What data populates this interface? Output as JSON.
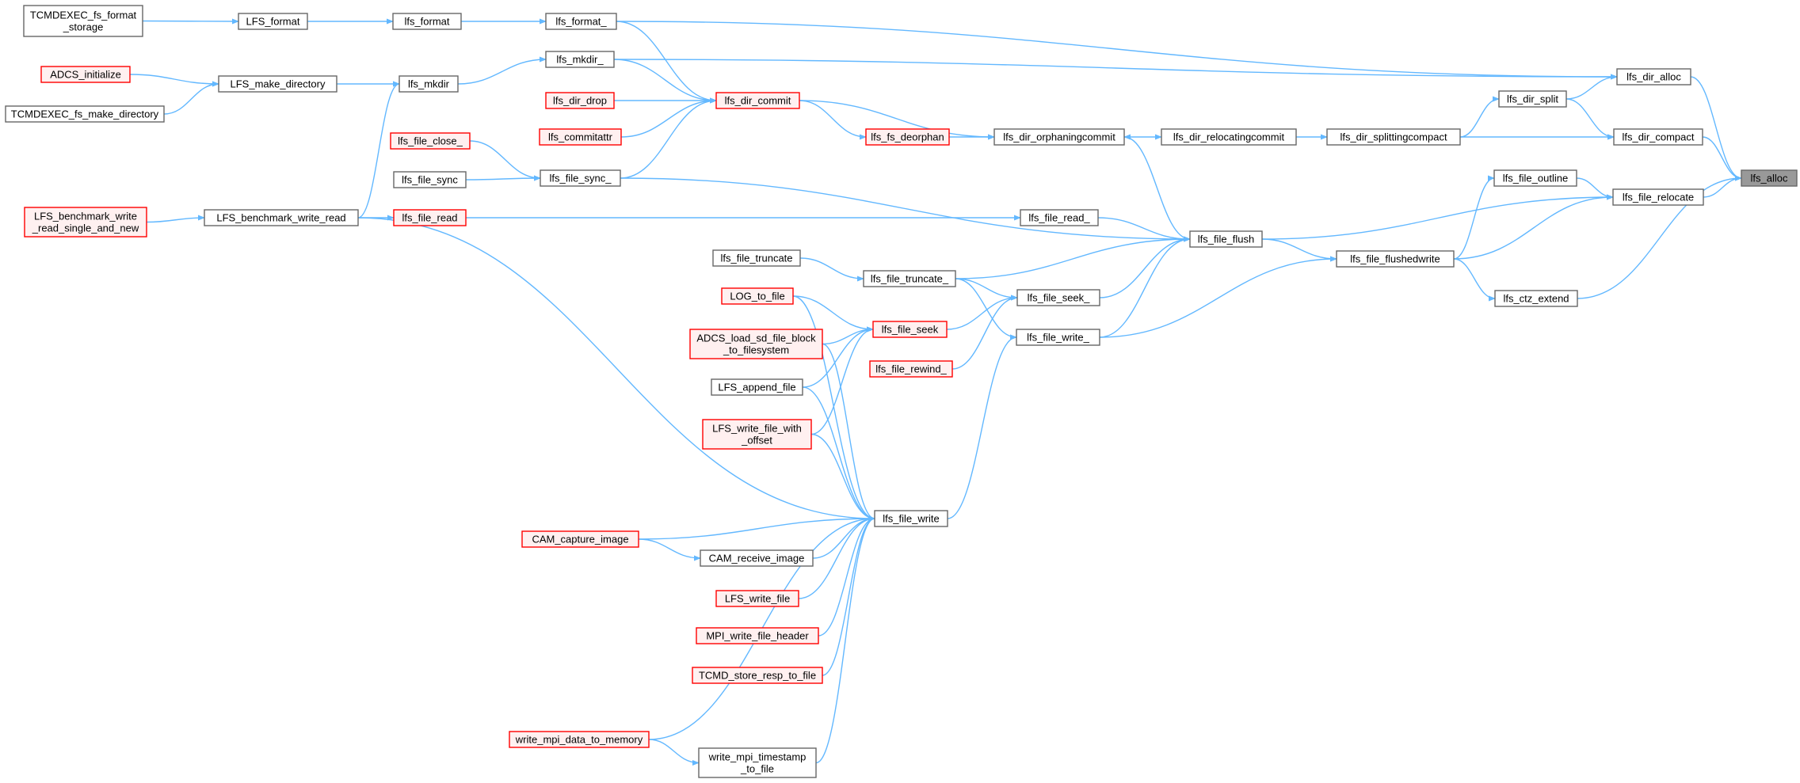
{
  "colors": {
    "edge": "#63b8ff",
    "normal_border": "#666666",
    "normal_fill": "#ffffff",
    "red_border": "#ff0000",
    "red_fill": "#fff0f0",
    "root_fill": "#999999",
    "root_border": "#666666"
  },
  "nodes": [
    {
      "id": "n1",
      "lines": [
        "TCMDEXEC_fs_format",
        "_storage"
      ],
      "style": "normal"
    },
    {
      "id": "n2",
      "lines": [
        "LFS_format"
      ],
      "style": "normal"
    },
    {
      "id": "n3",
      "lines": [
        "lfs_format"
      ],
      "style": "normal"
    },
    {
      "id": "n4",
      "lines": [
        "lfs_format_"
      ],
      "style": "normal"
    },
    {
      "id": "n5",
      "lines": [
        "ADCS_initialize"
      ],
      "style": "red"
    },
    {
      "id": "n6",
      "lines": [
        "LFS_make_directory"
      ],
      "style": "normal"
    },
    {
      "id": "n7",
      "lines": [
        "lfs_mkdir"
      ],
      "style": "normal"
    },
    {
      "id": "n8",
      "lines": [
        "lfs_mkdir_"
      ],
      "style": "normal"
    },
    {
      "id": "n9",
      "lines": [
        "TCMDEXEC_fs_make_directory"
      ],
      "style": "normal"
    },
    {
      "id": "n10",
      "lines": [
        "lfs_dir_drop"
      ],
      "style": "red"
    },
    {
      "id": "n11",
      "lines": [
        "lfs_dir_commit"
      ],
      "style": "red"
    },
    {
      "id": "n12",
      "lines": [
        "lfs_commitattr"
      ],
      "style": "red"
    },
    {
      "id": "n13",
      "lines": [
        "lfs_fs_deorphan"
      ],
      "style": "red"
    },
    {
      "id": "n14",
      "lines": [
        "lfs_dir_orphaningcommit"
      ],
      "style": "normal"
    },
    {
      "id": "n15",
      "lines": [
        "lfs_dir_relocatingcommit"
      ],
      "style": "normal"
    },
    {
      "id": "n16",
      "lines": [
        "lfs_dir_splittingcompact"
      ],
      "style": "normal"
    },
    {
      "id": "n17",
      "lines": [
        "lfs_dir_split"
      ],
      "style": "normal"
    },
    {
      "id": "n18",
      "lines": [
        "lfs_dir_alloc"
      ],
      "style": "normal"
    },
    {
      "id": "n19",
      "lines": [
        "lfs_dir_compact"
      ],
      "style": "normal"
    },
    {
      "id": "n20",
      "lines": [
        "lfs_alloc"
      ],
      "style": "root"
    },
    {
      "id": "n21",
      "lines": [
        "lfs_file_close_"
      ],
      "style": "red"
    },
    {
      "id": "n22",
      "lines": [
        "lfs_file_sync"
      ],
      "style": "normal"
    },
    {
      "id": "n23",
      "lines": [
        "lfs_file_sync_"
      ],
      "style": "normal"
    },
    {
      "id": "n24",
      "lines": [
        "lfs_file_outline"
      ],
      "style": "normal"
    },
    {
      "id": "n25",
      "lines": [
        "lfs_file_relocate"
      ],
      "style": "normal"
    },
    {
      "id": "n26",
      "lines": [
        "LFS_benchmark_write",
        "_read_single_and_new"
      ],
      "style": "red"
    },
    {
      "id": "n27",
      "lines": [
        "LFS_benchmark_write_read"
      ],
      "style": "normal"
    },
    {
      "id": "n28",
      "lines": [
        "lfs_file_read"
      ],
      "style": "red"
    },
    {
      "id": "n29",
      "lines": [
        "lfs_file_read_"
      ],
      "style": "normal"
    },
    {
      "id": "n30",
      "lines": [
        "lfs_file_flush"
      ],
      "style": "normal"
    },
    {
      "id": "n31",
      "lines": [
        "lfs_file_flushedwrite"
      ],
      "style": "normal"
    },
    {
      "id": "n32",
      "lines": [
        "lfs_file_truncate"
      ],
      "style": "normal"
    },
    {
      "id": "n33",
      "lines": [
        "lfs_file_truncate_"
      ],
      "style": "normal"
    },
    {
      "id": "n34",
      "lines": [
        "lfs_ctz_extend"
      ],
      "style": "normal"
    },
    {
      "id": "n35",
      "lines": [
        "LOG_to_file"
      ],
      "style": "red"
    },
    {
      "id": "n36",
      "lines": [
        "lfs_file_seek_"
      ],
      "style": "normal"
    },
    {
      "id": "n37",
      "lines": [
        "lfs_file_seek"
      ],
      "style": "red"
    },
    {
      "id": "n38",
      "lines": [
        "ADCS_load_sd_file_block",
        "_to_filesystem"
      ],
      "style": "red"
    },
    {
      "id": "n39",
      "lines": [
        "lfs_file_write_"
      ],
      "style": "normal"
    },
    {
      "id": "n40",
      "lines": [
        "lfs_file_rewind_"
      ],
      "style": "red"
    },
    {
      "id": "n41",
      "lines": [
        "LFS_append_file"
      ],
      "style": "normal"
    },
    {
      "id": "n42",
      "lines": [
        "LFS_write_file_with",
        "_offset"
      ],
      "style": "red"
    },
    {
      "id": "n43",
      "lines": [
        "lfs_file_write"
      ],
      "style": "normal"
    },
    {
      "id": "n44",
      "lines": [
        "CAM_capture_image"
      ],
      "style": "red"
    },
    {
      "id": "n45",
      "lines": [
        "CAM_receive_image"
      ],
      "style": "normal"
    },
    {
      "id": "n46",
      "lines": [
        "LFS_write_file"
      ],
      "style": "red"
    },
    {
      "id": "n47",
      "lines": [
        "MPI_write_file_header"
      ],
      "style": "red"
    },
    {
      "id": "n48",
      "lines": [
        "TCMD_store_resp_to_file"
      ],
      "style": "red"
    },
    {
      "id": "n49",
      "lines": [
        "write_mpi_data_to_memory"
      ],
      "style": "red"
    },
    {
      "id": "n50",
      "lines": [
        "write_mpi_timestamp",
        "_to_file"
      ],
      "style": "normal"
    }
  ],
  "edges": [
    [
      "n1",
      "n2"
    ],
    [
      "n2",
      "n3"
    ],
    [
      "n3",
      "n4"
    ],
    [
      "n4",
      "n18"
    ],
    [
      "n4",
      "n11"
    ],
    [
      "n5",
      "n6"
    ],
    [
      "n9",
      "n6"
    ],
    [
      "n6",
      "n7"
    ],
    [
      "n7",
      "n8"
    ],
    [
      "n8",
      "n18"
    ],
    [
      "n8",
      "n11"
    ],
    [
      "n10",
      "n11"
    ],
    [
      "n12",
      "n11"
    ],
    [
      "n23",
      "n11"
    ],
    [
      "n11",
      "n13"
    ],
    [
      "n11",
      "n14"
    ],
    [
      "n13",
      "n14"
    ],
    [
      "n14",
      "n15"
    ],
    [
      "n15",
      "n16"
    ],
    [
      "n16",
      "n17"
    ],
    [
      "n16",
      "n19"
    ],
    [
      "n17",
      "n18"
    ],
    [
      "n17",
      "n19"
    ],
    [
      "n18",
      "n20"
    ],
    [
      "n19",
      "n20"
    ],
    [
      "n24",
      "n25"
    ],
    [
      "n25",
      "n20"
    ],
    [
      "n34",
      "n20"
    ],
    [
      "n21",
      "n23"
    ],
    [
      "n22",
      "n23"
    ],
    [
      "n23",
      "n30"
    ],
    [
      "n30",
      "n14"
    ],
    [
      "n26",
      "n27"
    ],
    [
      "n27",
      "n28"
    ],
    [
      "n27",
      "n7"
    ],
    [
      "n27",
      "n43"
    ],
    [
      "n28",
      "n29"
    ],
    [
      "n29",
      "n30"
    ],
    [
      "n30",
      "n25"
    ],
    [
      "n31",
      "n24"
    ],
    [
      "n31",
      "n25"
    ],
    [
      "n31",
      "n34"
    ],
    [
      "n30",
      "n31"
    ],
    [
      "n32",
      "n33"
    ],
    [
      "n33",
      "n30"
    ],
    [
      "n33",
      "n36"
    ],
    [
      "n33",
      "n39"
    ],
    [
      "n36",
      "n30"
    ],
    [
      "n39",
      "n30"
    ],
    [
      "n39",
      "n31"
    ],
    [
      "n37",
      "n36"
    ],
    [
      "n40",
      "n36"
    ],
    [
      "n35",
      "n37"
    ],
    [
      "n38",
      "n37"
    ],
    [
      "n41",
      "n37"
    ],
    [
      "n42",
      "n37"
    ],
    [
      "n43",
      "n39"
    ],
    [
      "n35",
      "n43"
    ],
    [
      "n38",
      "n43"
    ],
    [
      "n41",
      "n43"
    ],
    [
      "n42",
      "n43"
    ],
    [
      "n44",
      "n43"
    ],
    [
      "n44",
      "n45"
    ],
    [
      "n45",
      "n43"
    ],
    [
      "n46",
      "n43"
    ],
    [
      "n47",
      "n43"
    ],
    [
      "n48",
      "n43"
    ],
    [
      "n49",
      "n43"
    ],
    [
      "n49",
      "n50"
    ],
    [
      "n50",
      "n43"
    ]
  ]
}
